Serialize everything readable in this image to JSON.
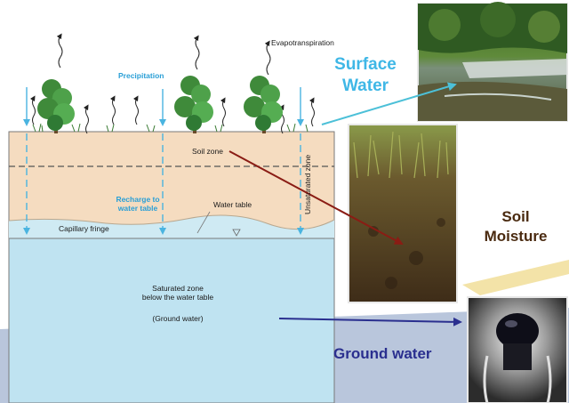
{
  "diagram": {
    "labels": {
      "evapotranspiration": "Evapotranspiration",
      "precipitation": "Precipitation",
      "soil_zone": "Soil zone",
      "unsaturated_zone": "Unsaturated zone",
      "recharge_line1": "Recharge to",
      "recharge_line2": "water table",
      "water_table": "Water table",
      "capillary_fringe": "Capillary fringe",
      "saturated_line1": "Saturated zone",
      "saturated_line2": "below the water table",
      "ground_water_paren": "(Ground water)"
    },
    "callouts": {
      "surface_water_line1": "Surface",
      "surface_water_line2": "Water",
      "soil_moisture_line1": "Soil",
      "soil_moisture_line2": "Moisture",
      "ground_water": "Ground water"
    },
    "photos": [
      "stream-photo",
      "soil-photo",
      "spring-photo"
    ],
    "colors": {
      "soil": "#f5dcc0",
      "capillary": "#cfeaf3",
      "saturated": "#bfe3f1",
      "surface_arrow": "#4cc0d8",
      "soil_arrow": "#8a1c14",
      "ground_arrow": "#2a2f8f",
      "precip_arrow": "#4ab4e0"
    }
  }
}
